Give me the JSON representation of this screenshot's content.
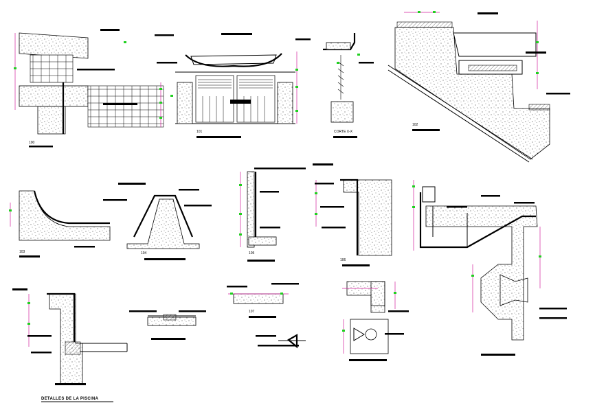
{
  "sheet_title": "DETALLES DE LA PISCINA",
  "section_label": "CORTE X-X",
  "detail_numbers": [
    "100",
    "101",
    "102",
    "103",
    "104",
    "105",
    "106",
    "107"
  ],
  "colors": {
    "line": "#000000",
    "dimension": "#d21f9b",
    "marker": "#20d020",
    "background": "#ffffff"
  }
}
